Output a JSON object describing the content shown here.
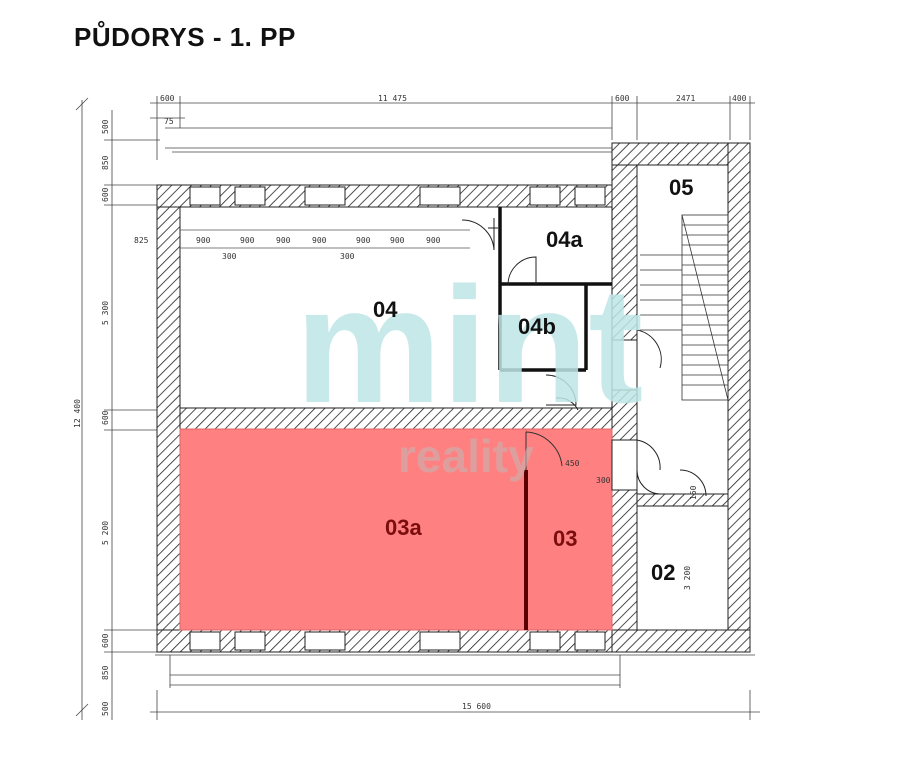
{
  "title": "PŮDORYS - 1. PP",
  "watermark": {
    "brand": "mint",
    "sub": "reality"
  },
  "rooms": {
    "r05": "05",
    "r04a": "04a",
    "r04": "04",
    "r04b": "04b",
    "r03a": "03a",
    "r03": "03",
    "r02": "02"
  },
  "dims": {
    "top_a": "600",
    "top_b": "11 475",
    "top_c": "600",
    "top_d": "2471",
    "top_e": "400",
    "small_75": "75",
    "seg": "900",
    "s300": "300",
    "left_825": "825",
    "l500": "500",
    "l850": "850",
    "l600": "600",
    "l5300": "5 300",
    "l12400": "12 400",
    "l5200": "5 200",
    "b15600": "15 600",
    "d450": "450",
    "d300": "300",
    "d3200": "3 200",
    "d150": "150"
  },
  "colors": {
    "highlight": "#ff8080",
    "highlight_stroke": "#e06666",
    "room_dark_red": "#7a0d0d",
    "watermark": "#bfe6e6",
    "watermark_sub": "#c8b4b4"
  }
}
